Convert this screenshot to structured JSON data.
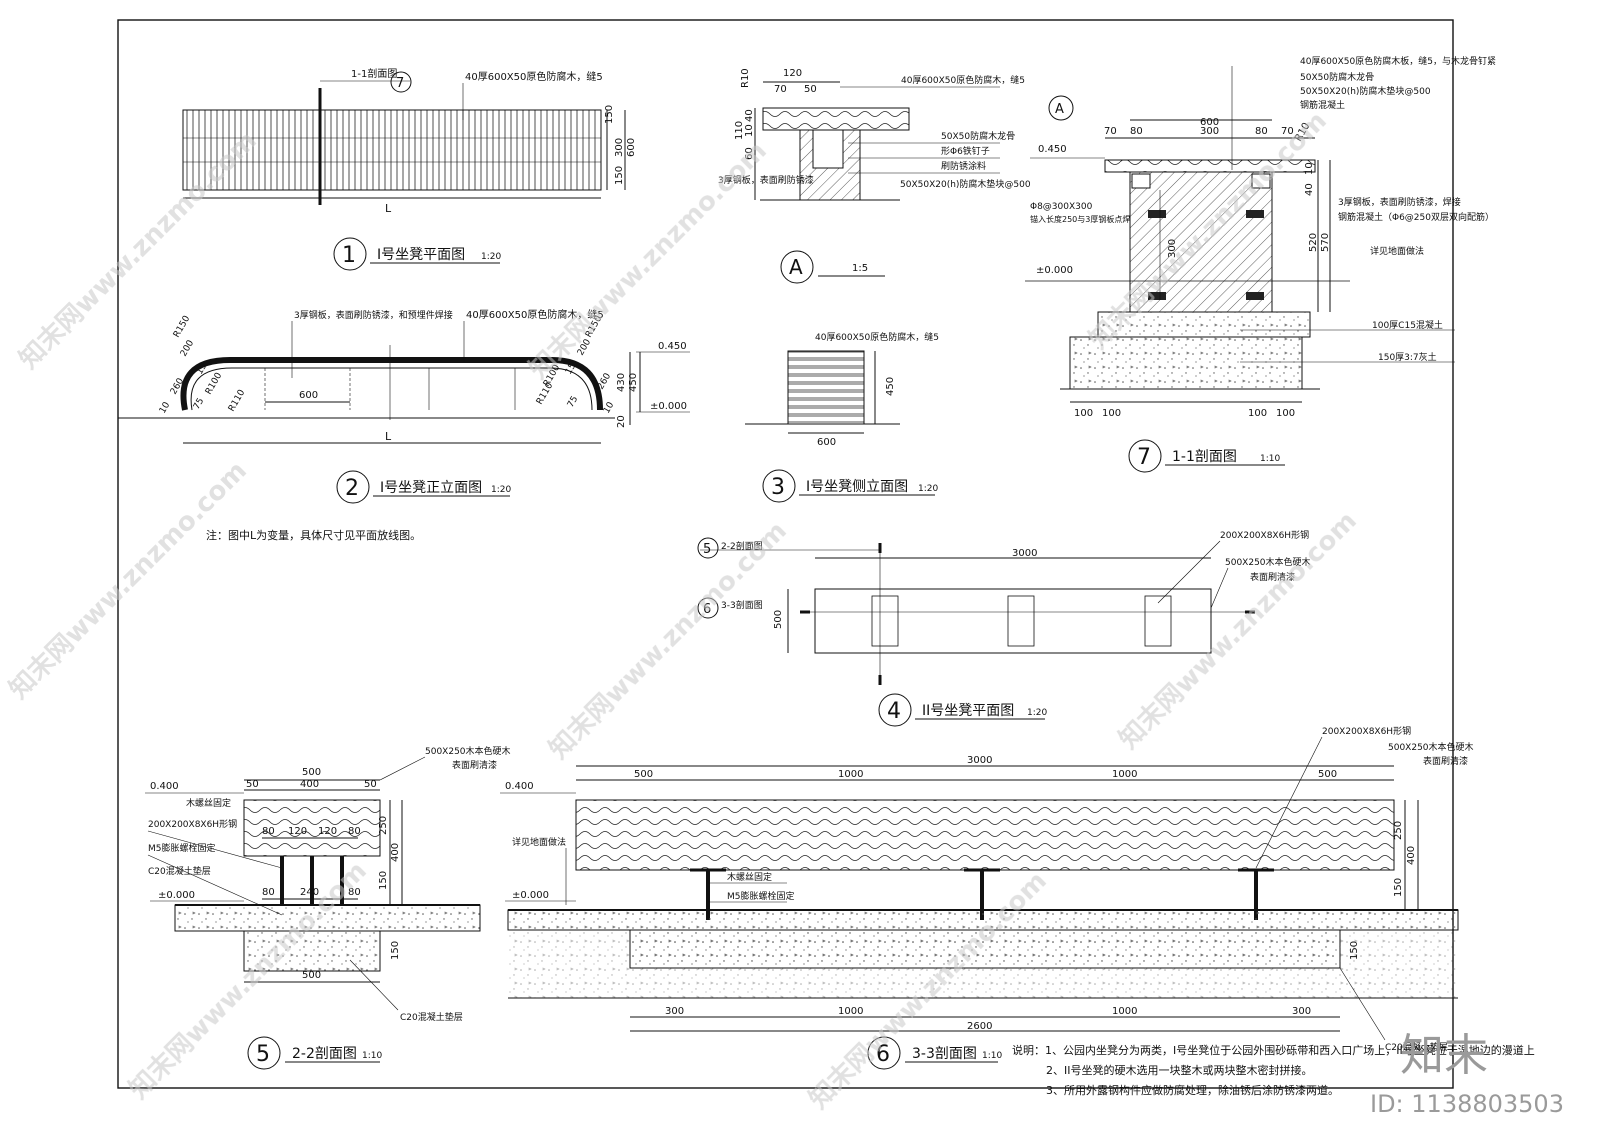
{
  "notes": {
    "variable_L": "注：图中L为变量，具体尺寸见平面放线图。",
    "explain": [
      "说明：1、公园内坐凳分为两类，I号坐凳位于公园外围砂砾带和西入口广场上，II号坐凳位于湿地边的漫道上",
      "2、II号坐凳的硬木选用一块整木或两块整木密封拼接。",
      "3、所用外露钢构件应做防腐处理，除油锈后涂防锈漆两道。"
    ]
  },
  "titles": {
    "v1": {
      "num": "1",
      "name": "I号坐凳平面图",
      "scale": "1:20"
    },
    "v2": {
      "num": "2",
      "name": "I号坐凳正立面图",
      "scale": "1:20"
    },
    "v3": {
      "num": "3",
      "name": "I号坐凳侧立面图",
      "scale": "1:20"
    },
    "v4": {
      "num": "4",
      "name": "II号坐凳平面图",
      "scale": "1:20"
    },
    "v5": {
      "num": "5",
      "name": "2-2剖面图",
      "scale": "1:10"
    },
    "v6": {
      "num": "6",
      "name": "3-3剖面图",
      "scale": "1:10"
    },
    "v7": {
      "num": "7",
      "name": "1-1剖面图",
      "scale": "1:10"
    },
    "vA": {
      "num": "A",
      "name": "",
      "scale": "1:5"
    }
  },
  "v1": {
    "cut_label": "1-1剖面图",
    "cut_num": "7",
    "board_note": "40厚600X50原色防腐木，缝5",
    "length": "L",
    "dims": [
      "150",
      "300",
      "600",
      "150"
    ]
  },
  "v2": {
    "steel_note": "3厚钢板，表面刷防锈漆，和预埋件焊接",
    "board_note": "40厚600X50原色防腐木，缝5",
    "span": "600",
    "length": "L",
    "elev_top": "0.450",
    "elev_zero": "±0.000",
    "h1": "430",
    "h2": "450",
    "h3": "20",
    "radii": [
      "R150",
      "200",
      "R100",
      "15",
      "R110",
      "260",
      "75",
      "10",
      "R150",
      "200",
      "R100",
      "15",
      "R110",
      "260",
      "75",
      "10"
    ]
  },
  "v3": {
    "board_note": "40厚600X50原色防腐木，缝5",
    "width": "600",
    "height": "450"
  },
  "vA": {
    "r": "R10",
    "dims_top": [
      "120",
      "70",
      "50"
    ],
    "dims_left": [
      "110",
      "60",
      "10",
      "40"
    ],
    "notes": [
      "40厚600X50原色防腐木，缝5",
      "50X50防腐木龙骨",
      "形Φ6铁钉子",
      "刷防锈涂料",
      "3厚钢板，表面刷防锈漆",
      "50X50X20(h)防腐木垫块@500"
    ]
  },
  "v7": {
    "notes_top": [
      "40厚600X50原色防腐木板，缝5，与木龙骨钉紧",
      "50X50防腐木龙骨",
      "50X50X20(h)防腐木垫块@500",
      "钢筋混凝土"
    ],
    "ref": "A",
    "dims_top": [
      "600",
      "70",
      "80",
      "300",
      "80",
      "70"
    ],
    "r": "R10",
    "elev_top": "0.450",
    "elev_zero": "±0.000",
    "anchor": "Φ8@300X300",
    "anchor2": "锚入长度250与3厚钢板点焊",
    "inner": "300",
    "notes_right": [
      "3厚钢板，表面刷防锈漆，焊接",
      "钢筋混凝土（Φ6@250双层双向配筋）",
      "详见地面做法",
      "100厚C15混凝土",
      "150厚3:7灰土"
    ],
    "dims_right": [
      "10",
      "40",
      "520",
      "570"
    ],
    "dims_bottom": [
      "100",
      "100",
      "100",
      "100"
    ]
  },
  "v4": {
    "cut5": "5",
    "cut5_label": "2-2剖面图",
    "cut6": "6",
    "cut6_label": "3-3剖面图",
    "length": "3000",
    "width": "500",
    "note1": "200X200X8X6H形钢",
    "note2": "500X250木本色硬木",
    "note3": "表面刷清漆"
  },
  "v5": {
    "elev_top": "0.400",
    "elev_zero": "±0.000",
    "top_dims": [
      "500",
      "50",
      "400",
      "50"
    ],
    "mid_dims": [
      "80",
      "120",
      "120",
      "80"
    ],
    "base_dims": [
      "80",
      "240",
      "80"
    ],
    "bottom_dim": "500",
    "right_dims": [
      "250",
      "400",
      "150",
      "150"
    ],
    "notes_left": [
      "木螺丝固定",
      "200X200X8X6H形钢",
      "M5膨胀螺栓固定",
      "C20混凝土垫层"
    ],
    "notes_right": [
      "500X250木本色硬木",
      "表面刷清漆"
    ],
    "bottom_note": "C20混凝土垫层"
  },
  "v6": {
    "elev_top": "0.400",
    "elev_zero": "±0.000",
    "total": "3000",
    "top_dims": [
      "500",
      "1000",
      "1000",
      "500"
    ],
    "bottom_dims": [
      "300",
      "1000",
      "1000",
      "300"
    ],
    "bottom_total": "2600",
    "right_dims": [
      "250",
      "400",
      "150",
      "150"
    ],
    "notes": [
      "200X200X8X6H形钢",
      "500X250木本色硬木",
      "表面刷清漆",
      "详见地面做法",
      "木螺丝固定",
      "M5膨胀螺栓固定",
      "C20混凝土垫层"
    ]
  },
  "brand": {
    "logo": "知末",
    "id": "ID: 1138803503",
    "watermark": "知末网www.znzmo.com"
  }
}
